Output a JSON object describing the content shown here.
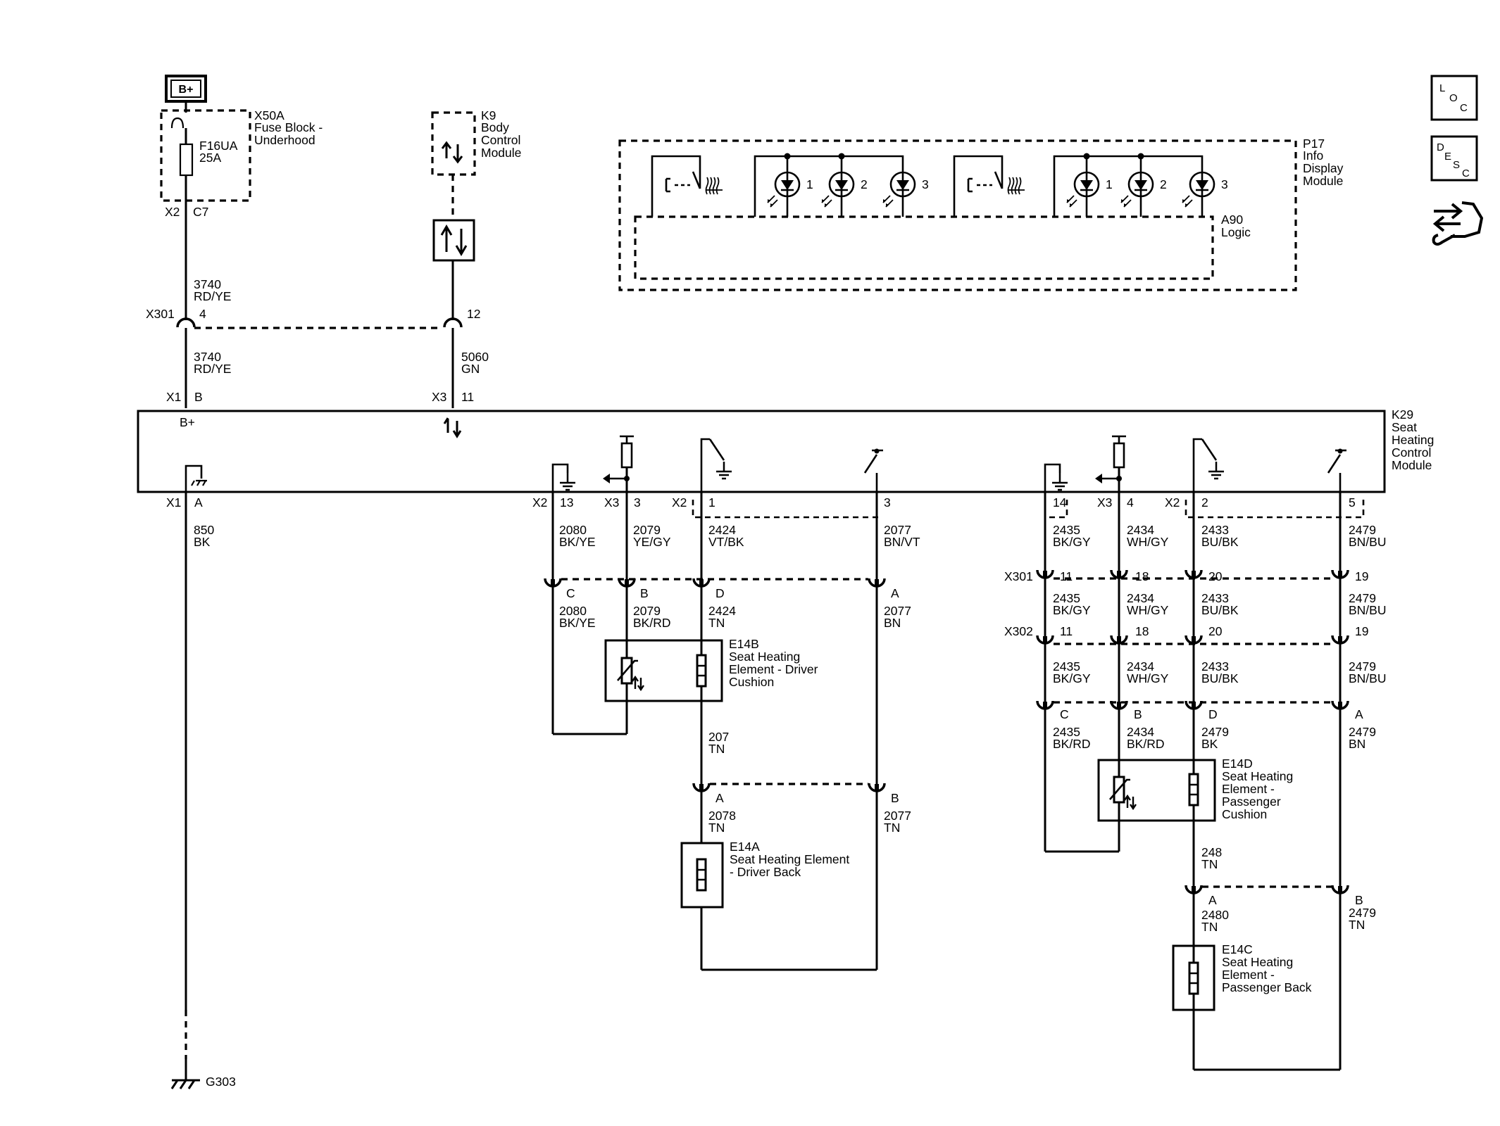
{
  "battery": "B+",
  "fuse_block": {
    "ref": "X50A",
    "name": [
      "Fuse Block -",
      "Underhood"
    ],
    "fuse": "F16UA",
    "rating": "25A",
    "conn": "X2",
    "pin": "C7"
  },
  "bcm": {
    "ref": "K9",
    "name": [
      "Body",
      "Control",
      "Module"
    ]
  },
  "ipc": {
    "ref": "P17",
    "name": [
      "Info",
      "Display",
      "Module"
    ],
    "logic_ref": "A90",
    "logic_name": "Logic"
  },
  "leds": [
    "1",
    "2",
    "3"
  ],
  "wires": {
    "w3740": {
      "num": "3740",
      "color": "RD/YE"
    },
    "w5060": {
      "num": "5060",
      "color": "GN"
    },
    "w850": {
      "num": "850",
      "color": "BK"
    }
  },
  "inline_top": {
    "conn": "X301",
    "pins": [
      "4",
      "12"
    ]
  },
  "module": {
    "ref": "K29",
    "name": [
      "Seat",
      "Heating",
      "Control",
      "Module"
    ],
    "bplus": "B+",
    "top_pins": [
      {
        "conn": "X1",
        "pin": "B"
      },
      {
        "conn": "X3",
        "pin": "11"
      }
    ],
    "bottom_pins": [
      {
        "conn": "X1",
        "pin": "A"
      },
      {
        "conn": "X2",
        "pin": "13"
      },
      {
        "conn": "X3",
        "pin": "3"
      },
      {
        "conn": "X2",
        "pin": "1"
      },
      {
        "conn": "",
        "pin": "3"
      },
      {
        "conn": "",
        "pin": "14"
      },
      {
        "conn": "X3",
        "pin": "4"
      },
      {
        "conn": "X2",
        "pin": "2"
      },
      {
        "conn": "",
        "pin": "5"
      }
    ]
  },
  "driver": {
    "wires_top": [
      {
        "num": "2080",
        "color": "BK/YE"
      },
      {
        "num": "2079",
        "color": "YE/GY"
      },
      {
        "num": "2424",
        "color": "VT/BK"
      },
      {
        "num": "2077",
        "color": "BN/VT"
      }
    ],
    "conn_pins": [
      "C",
      "B",
      "D",
      "A"
    ],
    "wires_mid": [
      {
        "num": "2080",
        "color": "BK/YE"
      },
      {
        "num": "2079",
        "color": "BK/RD"
      },
      {
        "num": "2424",
        "color": "TN"
      },
      {
        "num": "2077",
        "color": "BN"
      }
    ],
    "cushion": {
      "ref": "E14B",
      "name": [
        "Seat Heating",
        "Element - Driver",
        "Cushion"
      ]
    },
    "jumper": {
      "num": "207",
      "color": "TN"
    },
    "back_pins": [
      "A",
      "B"
    ],
    "back_wires": [
      {
        "num": "2078",
        "color": "TN"
      },
      {
        "num": "2077",
        "color": "TN"
      }
    ],
    "back": {
      "ref": "E14A",
      "name": [
        "Seat Heating Element",
        "- Driver Back"
      ]
    }
  },
  "passenger": {
    "wires_top": [
      {
        "num": "2435",
        "color": "BK/GY"
      },
      {
        "num": "2434",
        "color": "WH/GY"
      },
      {
        "num": "2433",
        "color": "BU/BK"
      },
      {
        "num": "2479",
        "color": "BN/BU"
      }
    ],
    "x301": {
      "conn": "X301",
      "pins": [
        "11",
        "18",
        "20",
        "19"
      ]
    },
    "wires_b": [
      {
        "num": "2435",
        "color": "BK/GY"
      },
      {
        "num": "2434",
        "color": "WH/GY"
      },
      {
        "num": "2433",
        "color": "BU/BK"
      },
      {
        "num": "2479",
        "color": "BN/BU"
      }
    ],
    "x302": {
      "conn": "X302",
      "pins": [
        "11",
        "18",
        "20",
        "19"
      ]
    },
    "wires_c": [
      {
        "num": "2435",
        "color": "BK/GY"
      },
      {
        "num": "2434",
        "color": "WH/GY"
      },
      {
        "num": "2433",
        "color": "BU/BK"
      },
      {
        "num": "2479",
        "color": "BN/BU"
      }
    ],
    "conn_pins": [
      "C",
      "B",
      "D",
      "A"
    ],
    "wires_d": [
      {
        "num": "2435",
        "color": "BK/RD"
      },
      {
        "num": "2434",
        "color": "BK/RD"
      },
      {
        "num": "2479",
        "color": "BK"
      },
      {
        "num": "2479",
        "color": "BN"
      }
    ],
    "cushion": {
      "ref": "E14D",
      "name": [
        "Seat Heating",
        "Element -",
        "Passenger",
        "Cushion"
      ]
    },
    "jumper": {
      "num": "248",
      "color": "TN"
    },
    "back_pins": [
      "A",
      "B"
    ],
    "back_wires": [
      {
        "num": "2480",
        "color": "TN"
      },
      {
        "num": "2479",
        "color": "TN"
      }
    ],
    "back": {
      "ref": "E14C",
      "name": [
        "Seat Heating",
        "Element -",
        "Passenger Back"
      ]
    }
  },
  "ground": {
    "ref": "G303"
  },
  "side_icons": [
    {
      "name": "loc-icon",
      "letters": [
        "L",
        "O",
        "C"
      ]
    },
    {
      "name": "desc-icon",
      "letters": [
        "D",
        "E",
        "S",
        "C"
      ]
    },
    {
      "name": "connector-repair-icon"
    }
  ]
}
